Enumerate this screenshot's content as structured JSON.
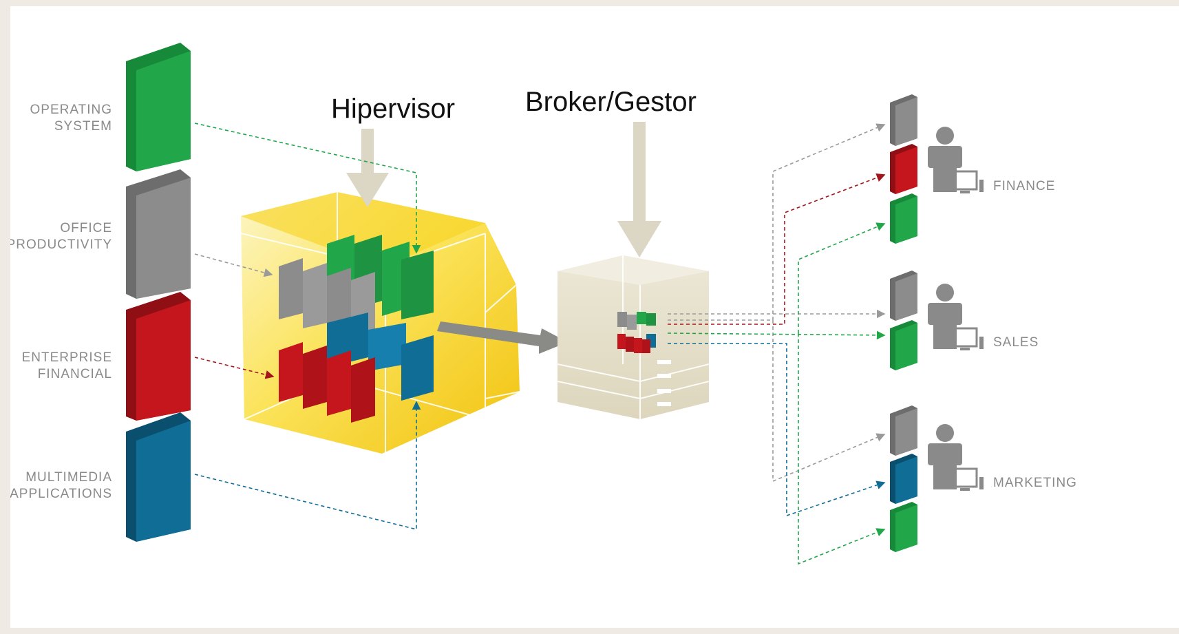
{
  "titles": {
    "hypervisor": "Hipervisor",
    "broker": "Broker/Gestor"
  },
  "sources": [
    {
      "line1": "OPERATING",
      "line2": "SYSTEM",
      "color": "green"
    },
    {
      "line1": "OFFICE",
      "line2": "PRODUCTIVITY",
      "color": "gray"
    },
    {
      "line1": "ENTERPRISE",
      "line2": "FINANCIAL",
      "color": "red"
    },
    {
      "line1": "MULTIMEDIA",
      "line2": "APPLICATIONS",
      "color": "blue"
    }
  ],
  "departments": [
    {
      "name": "FINANCE",
      "apps": [
        "gray",
        "red",
        "green"
      ]
    },
    {
      "name": "SALES",
      "apps": [
        "gray",
        "green"
      ]
    },
    {
      "name": "MARKETING",
      "apps": [
        "gray",
        "blue",
        "green"
      ]
    }
  ],
  "colors": {
    "green": "#22a64a",
    "gray": "#8c8c8c",
    "red": "#c4161c",
    "blue": "#0f6d96",
    "yellow": "#f4c20d",
    "server": "#e6e0c9",
    "arrow_beige": "#dcd7c4",
    "arrow_gray": "#8a8a87"
  }
}
